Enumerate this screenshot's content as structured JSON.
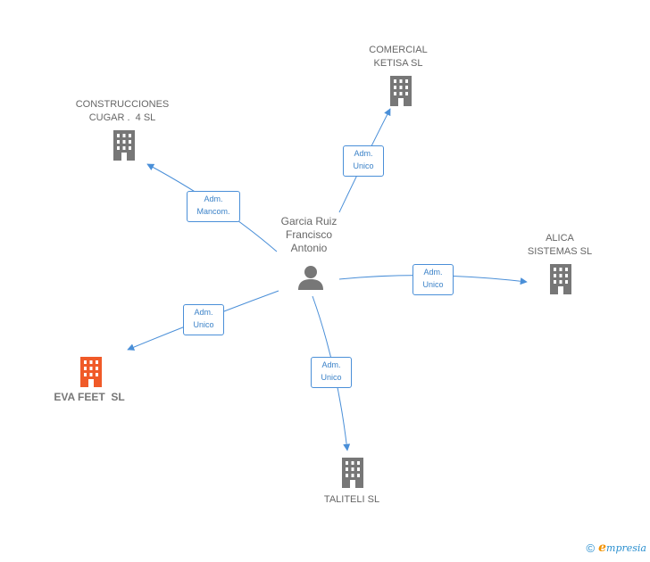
{
  "colors": {
    "edge": "#4a8fd8",
    "company": "#777777",
    "focus_company": "#f05a28",
    "person": "#777777"
  },
  "center": {
    "label": "Garcia Ruiz\nFrancisco\nAntonio",
    "icon": "person-icon"
  },
  "companies": [
    {
      "id": "comercial",
      "label": "COMERCIAL\nKETISA SL",
      "icon": "building-icon",
      "focus": false
    },
    {
      "id": "construcciones",
      "label": "CONSTRUCCIONES\nCUGAR .  4 SL",
      "icon": "building-icon",
      "focus": false
    },
    {
      "id": "alica",
      "label": "ALICA\nSISTEMAS SL",
      "icon": "building-icon",
      "focus": false
    },
    {
      "id": "evafeet",
      "label": "EVA FEET  SL",
      "icon": "building-icon",
      "focus": true
    },
    {
      "id": "taliteli",
      "label": "TALITELI SL",
      "icon": "building-icon",
      "focus": false
    }
  ],
  "edges": [
    {
      "to": "comercial",
      "label": "Adm.\nUnico"
    },
    {
      "to": "construcciones",
      "label": "Adm.\nMancom."
    },
    {
      "to": "alica",
      "label": "Adm.\nUnico"
    },
    {
      "to": "evafeet",
      "label": "Adm.\nUnico"
    },
    {
      "to": "taliteli",
      "label": "Adm.\nUnico"
    }
  ],
  "footer": {
    "copyright": "©",
    "brand_first": "e",
    "brand_rest": "mpresia"
  }
}
